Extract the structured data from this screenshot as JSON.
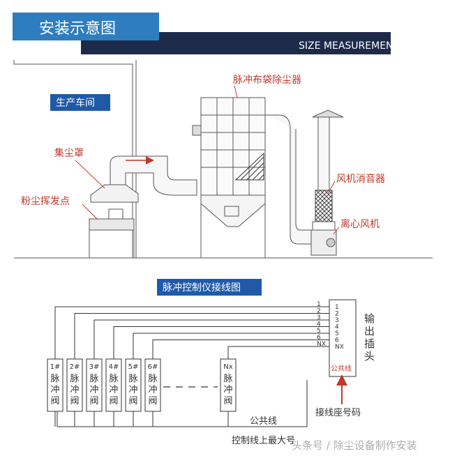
{
  "header": {
    "title": "安装示意图",
    "subtitle": "SIZE MEASUREMENT"
  },
  "installation": {
    "workshop_label": "生产车间",
    "pulse_bag_filter": "脉冲布袋除尘器",
    "dust_hood": "集尘罩",
    "dust_source": "粉尘挥发点",
    "fan_silencer": "风机消音器",
    "centrifugal_fan": "离心风机"
  },
  "wiring": {
    "title": "脉冲控制仪接线图",
    "output_plug": "输出插头",
    "pins": [
      "1",
      "2",
      "3",
      "4",
      "5",
      "6",
      "NX"
    ],
    "common_terminal": "公共线",
    "valves": [
      {
        "id": "1#",
        "text": "脉冲阀"
      },
      {
        "id": "2#",
        "text": "脉冲阀"
      },
      {
        "id": "3#",
        "text": "脉冲阀"
      },
      {
        "id": "4#",
        "text": "脉冲阀"
      },
      {
        "id": "5#",
        "text": "脉冲阀"
      },
      {
        "id": "6#",
        "text": "脉冲阀"
      },
      {
        "id": "Nx",
        "text": "脉冲阀"
      }
    ],
    "socket_number_label": "接线座号码",
    "common_line_label": "公共线",
    "max_label": "控制线上最大号"
  },
  "watermark": "头条号 / 除尘设备制作安装"
}
